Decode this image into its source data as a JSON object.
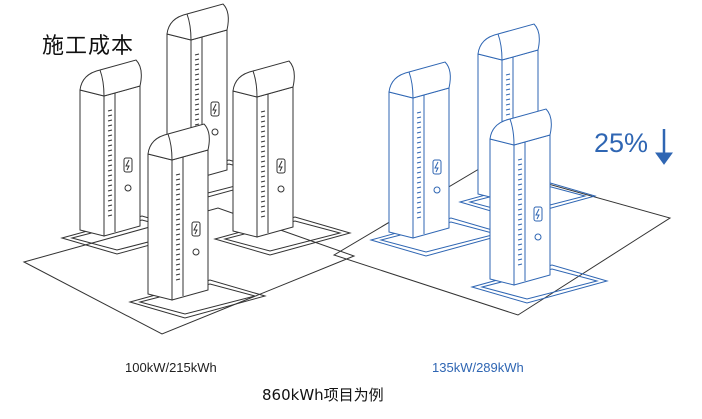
{
  "title": "施工成本",
  "left_caption": "100kW/215kWh",
  "right_caption": "135kW/289kWh",
  "reduction": "25%",
  "footnote": "860kWh项目为例",
  "colors": {
    "left_line": "#333333",
    "right_line": "#2f66b3",
    "accent": "#2f66b3"
  },
  "icons": {
    "trend": "arrow-down-icon",
    "charge": "lightning-icon",
    "plug": "connector-icon"
  }
}
